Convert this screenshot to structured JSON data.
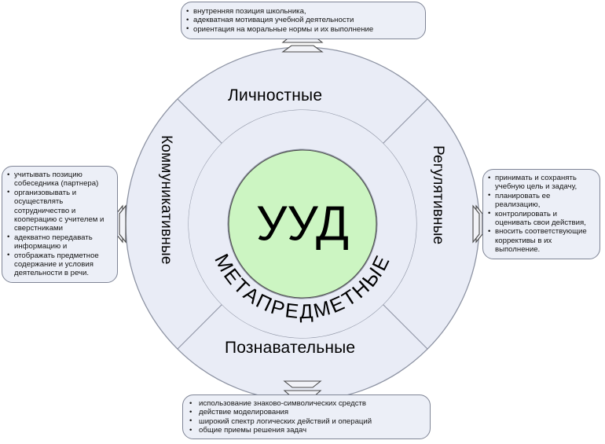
{
  "diagram": {
    "center": {
      "label": "УУД",
      "fill": "#ccf5c2"
    },
    "inner_ring_text": "МЕТАПРЕДМЕТНЫЕ",
    "ring_fill": "#e9ecf6",
    "ring_stroke": "#8d93a3",
    "sectors": [
      {
        "id": "personal",
        "label": "Личностные",
        "position": "top"
      },
      {
        "id": "regulative",
        "label": "Регулятивные",
        "position": "right"
      },
      {
        "id": "cognitive",
        "label": "Познавательные",
        "position": "bottom"
      },
      {
        "id": "communicative",
        "label": "Коммуникативные",
        "position": "left"
      }
    ]
  },
  "callouts": {
    "top": {
      "for": "Личностные",
      "items": [
        "внутренняя позиция школьника,",
        "адекватная мотивация учебной деятельности",
        "ориентация на моральные нормы и их выполнение"
      ]
    },
    "right": {
      "for": "Регулятивные",
      "items": [
        "принимать и сохранять учебную цель и задачу,",
        "планировать ее реализацию,",
        "контролировать и оценивать свои действия,",
        "вносить соответствующие коррективы в их выполнение."
      ]
    },
    "bottom": {
      "for": "Познавательные",
      "items": [
        "использование знаково-символических средств",
        "действие моделирования",
        "широкий спектр логических действий и операций",
        "общие приемы решения задач"
      ]
    },
    "left": {
      "for": "Коммуникативные",
      "items": [
        "учитывать позицию собеседника (партнера)",
        "организовывать и осуществлять сотрудничество и кооперацию с учителем и сверстниками",
        "адекватно передавать информацию и",
        "отображать предметное содержание и условия деятельности в речи."
      ]
    }
  }
}
